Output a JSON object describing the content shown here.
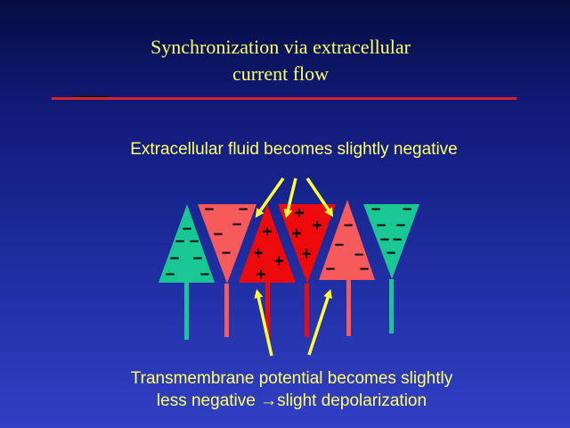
{
  "title": {
    "line1": "Synchronization via extracellular",
    "line2": "current flow"
  },
  "caption_top": "Extracellular fluid becomes slightly negative",
  "caption_bottom": {
    "line1": "Transmembrane potential becomes slightly",
    "line2_prefix": "less negative ",
    "line2_arrow": "→",
    "line2_suffix": "slight depolarization"
  },
  "charge_symbols": {
    "negative": "–",
    "positive": "+"
  },
  "colors": {
    "title_text": "#ffff66",
    "rule": "#d8202a",
    "teal_cell": "#19c795",
    "pink_cell": "#f65a5a",
    "red_cell": "#ee0a0a",
    "arrow": "#ffff33"
  }
}
